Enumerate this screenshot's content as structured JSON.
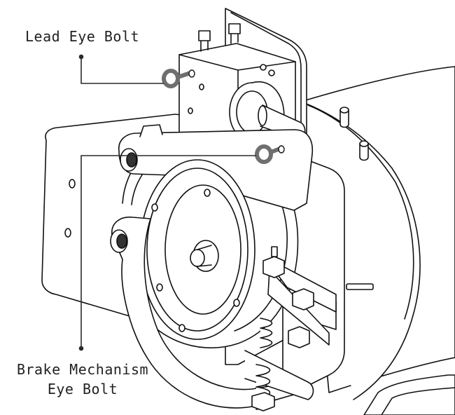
{
  "callouts": {
    "lead_eye_bolt": {
      "label": "Lead Eye Bolt"
    },
    "brake_eye_bolt": {
      "line1": "Brake Mechanism",
      "line2": "Eye Bolt"
    }
  },
  "colors": {
    "line": "#111111",
    "leader": "#2a2a2a",
    "eye_bolt": "#6f6f6f",
    "background": "#ffffff"
  }
}
